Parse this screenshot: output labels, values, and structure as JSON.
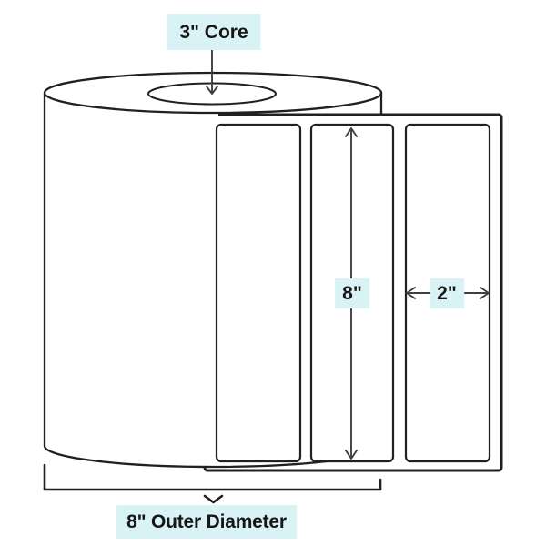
{
  "diagram": {
    "type": "label-roll-dimension-diagram",
    "callouts": {
      "core": "3\" Core",
      "label_height": "8\"",
      "label_width": "2\"",
      "outer_diameter": "8\" Outer Diameter"
    },
    "colors": {
      "callout_bg": "#d9f2f5",
      "outline": "#231f20",
      "dimension_line": "#3f3f3f",
      "text": "#161616",
      "surface": "#ffffff"
    }
  }
}
